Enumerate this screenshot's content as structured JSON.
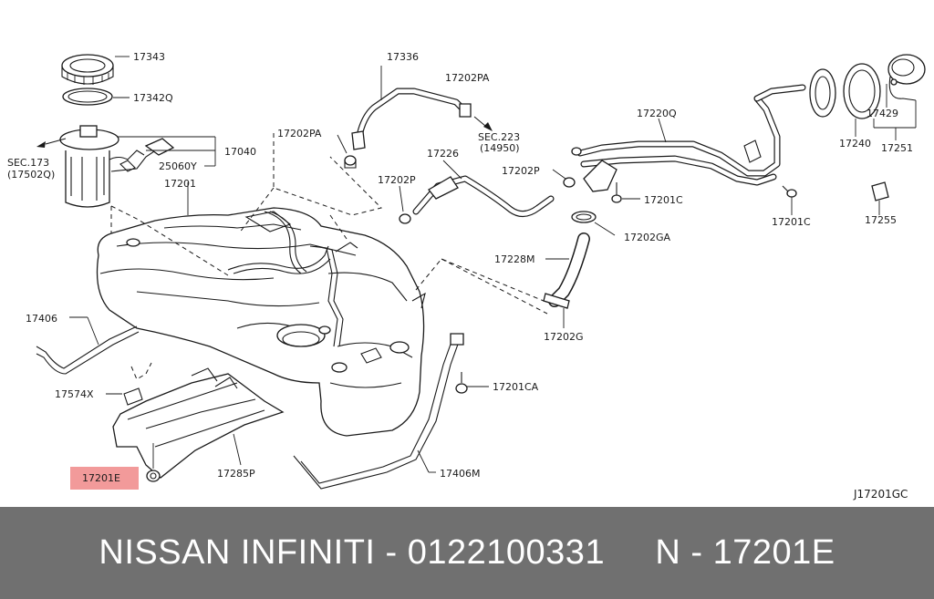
{
  "diagram": {
    "labels": {
      "p17343": "17343",
      "p17342q": "17342Q",
      "sec173": "SEC.173",
      "sec173b": "(17502Q)",
      "p17040": "17040",
      "p25060y": "25060Y",
      "p17201": "17201",
      "p17336": "17336",
      "p17202pa_a": "17202PA",
      "p17202pa_b": "17202PA",
      "sec223": "SEC.223",
      "sec223b": "(14950)",
      "p17226": "17226",
      "p17202p_a": "17202P",
      "p17202p_b": "17202P",
      "p17220q": "17220Q",
      "p17201c_a": "17201C",
      "p17201c_b": "17201C",
      "p17202ga": "17202GA",
      "p17228m": "17228M",
      "p17202g": "17202G",
      "p17240": "17240",
      "p17429": "17429",
      "p17251": "17251",
      "p17255": "17255",
      "p17406": "17406",
      "p17574x": "17574X",
      "p17201e": "17201E",
      "p17285p": "17285P",
      "p17201ca": "17201CA",
      "p17406m": "17406M",
      "code": "J17201GC"
    }
  },
  "footer": {
    "text": "NISSAN INFINITI - 0122100331     N - 17201E"
  }
}
